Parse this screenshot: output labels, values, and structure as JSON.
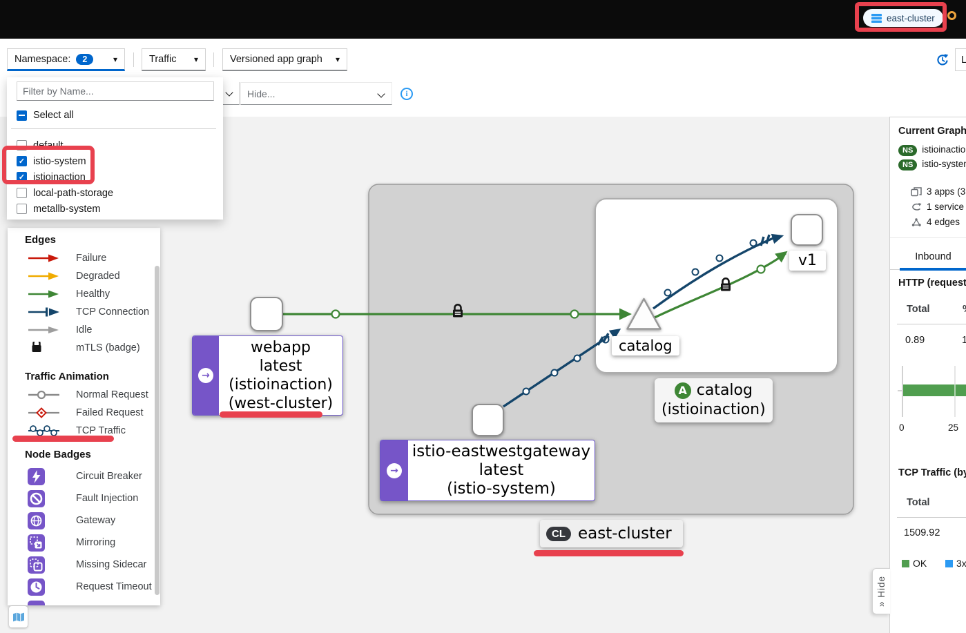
{
  "colors": {
    "accent_blue": "#0066cc",
    "annotation_red": "#e8414e",
    "healthy_green": "#3e8635",
    "failure_red": "#c9190b",
    "degraded_orange": "#f0ab00",
    "idle_gray": "#9d9d9d",
    "tcp_navy": "#14456a",
    "purple_badge": "#7655c8",
    "ns_badge_green": "#2b6a2b",
    "ok_bar_green": "#509e4f",
    "blue_3xx": "#2b9af3"
  },
  "icons": {
    "caret_down": "▾",
    "double_chevron": "»",
    "info_glyph": "i",
    "root_arrow": "→"
  },
  "topbar": {
    "cluster_badge_label": "east-cluster"
  },
  "toolbar": {
    "namespace_label": "Namespace:",
    "namespace_count": "2",
    "traffic_label": "Traffic",
    "graph_type_label": "Versioned app graph",
    "time_range_partial": "La",
    "hide_placeholder": "Hide..."
  },
  "namespace_dropdown": {
    "filter_placeholder": "Filter by Name...",
    "select_all_label": "Select all",
    "items": [
      {
        "label": "default",
        "checked": false
      },
      {
        "label": "istio-system",
        "checked": true
      },
      {
        "label": "istioinaction",
        "checked": true
      },
      {
        "label": "local-path-storage",
        "checked": false
      },
      {
        "label": "metallb-system",
        "checked": false
      }
    ]
  },
  "legend": {
    "edges_title": "Edges",
    "edges": [
      {
        "label": "Failure"
      },
      {
        "label": "Degraded"
      },
      {
        "label": "Healthy"
      },
      {
        "label": "TCP Connection"
      },
      {
        "label": "Idle"
      },
      {
        "label": "mTLS (badge)"
      }
    ],
    "traffic_title": "Traffic Animation",
    "traffic": [
      {
        "label": "Normal Request"
      },
      {
        "label": "Failed Request"
      },
      {
        "label": "TCP Traffic"
      }
    ],
    "badges_title": "Node Badges",
    "badges": [
      {
        "label": "Circuit Breaker"
      },
      {
        "label": "Fault Injection"
      },
      {
        "label": "Gateway"
      },
      {
        "label": "Mirroring"
      },
      {
        "label": "Missing Sidecar"
      },
      {
        "label": "Request Timeout"
      }
    ]
  },
  "graph": {
    "webapp_label": {
      "line1": "webapp",
      "line2": "latest",
      "line3": "(istioinaction)",
      "line4": "(west-cluster)"
    },
    "gateway_label": {
      "line1": "istio-eastwestgateway",
      "line2": "latest",
      "line3": "(istio-system)"
    },
    "catalog_service_label": "catalog",
    "v1_label": "v1",
    "catalog_app_label": {
      "badge": "A",
      "line1": "catalog",
      "line2": "(istioinaction)"
    },
    "cluster_label": {
      "badge": "CL",
      "text": "east-cluster"
    }
  },
  "side_panel": {
    "title": "Current Graph",
    "ns_badge": "NS",
    "namespaces": [
      {
        "name": "istioinaction"
      },
      {
        "name": "istio-system"
      }
    ],
    "stats": [
      {
        "text": "3 apps (3"
      },
      {
        "text": "1 service"
      },
      {
        "text": "4 edges"
      }
    ],
    "tab_inbound": "Inbound",
    "http_section_title": "HTTP (request",
    "http_table": {
      "col_total": "Total",
      "col_pct": "%",
      "total": "0.89",
      "pct": "1"
    },
    "chart_data": {
      "type": "bar",
      "orientation": "horizontal",
      "series": [
        {
          "name": "OK",
          "color": "#509e4f",
          "value": 100
        }
      ],
      "xticks": [
        "0",
        "25"
      ],
      "xlim": [
        0,
        100
      ],
      "legend": [
        {
          "label": "OK",
          "color": "#509e4f"
        },
        {
          "label": "3x",
          "color": "#2b9af3"
        }
      ]
    },
    "tcp_section_title": "TCP Traffic (by",
    "tcp_table": {
      "col_total": "Total",
      "total": "1509.92"
    },
    "hide_button": "Hide"
  }
}
